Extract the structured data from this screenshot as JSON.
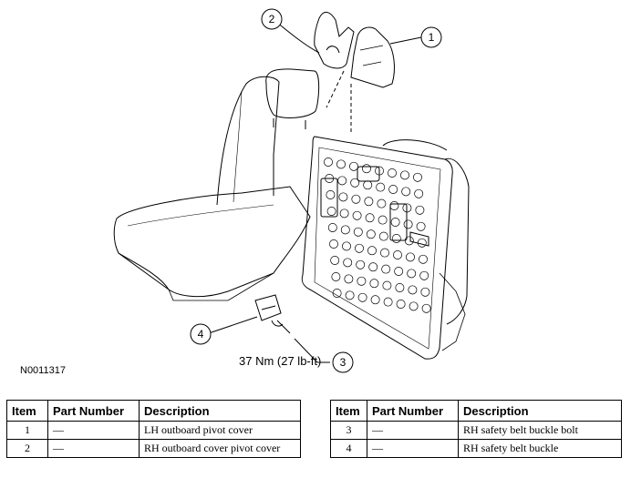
{
  "figure": {
    "id": "N0011317",
    "torque_label": "37 Nm (27 lb-ft)",
    "callouts": [
      "1",
      "2",
      "3",
      "4"
    ]
  },
  "table_left": {
    "headers": [
      "Item",
      "Part Number",
      "Description"
    ],
    "rows": [
      {
        "item": "1",
        "part": "—",
        "desc": "LH outboard pivot cover"
      },
      {
        "item": "2",
        "part": "—",
        "desc": "RH outboard cover pivot cover"
      }
    ]
  },
  "table_right": {
    "headers": [
      "Item",
      "Part Number",
      "Description"
    ],
    "rows": [
      {
        "item": "3",
        "part": "—",
        "desc": "RH safety belt buckle bolt"
      },
      {
        "item": "4",
        "part": "—",
        "desc": "RH safety belt buckle"
      }
    ]
  }
}
